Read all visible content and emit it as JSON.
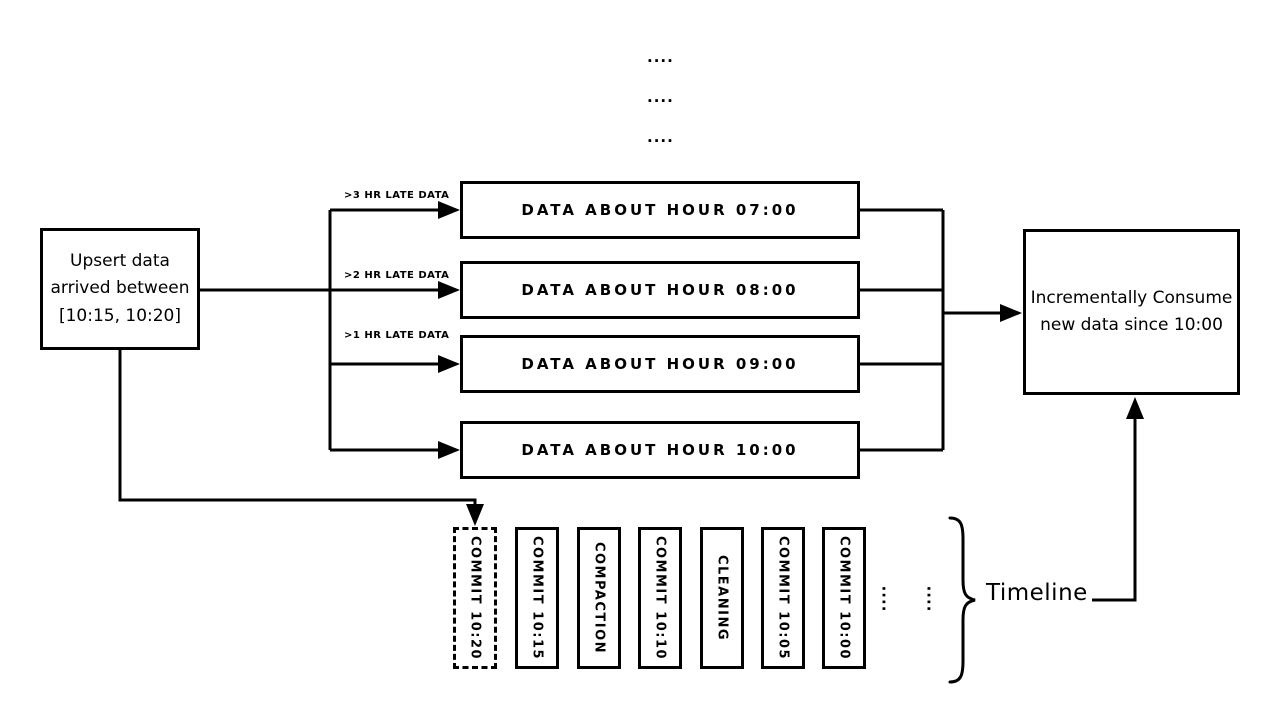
{
  "colors": {
    "ink": "#000000",
    "background": "#ffffff"
  },
  "top_ellipsis": {
    "rows": [
      "....",
      "....",
      "...."
    ]
  },
  "upsert_box": {
    "text": "Upsert data\narrived between\n[10:15, 10:20]"
  },
  "late_arrows": {
    "labels": [
      ">3 HR LATE DATA",
      ">2 HR LATE DATA",
      ">1 HR LATE DATA"
    ]
  },
  "data_boxes": {
    "items": [
      "DATA ABOUT HOUR 07:00",
      "DATA ABOUT HOUR 08:00",
      "DATA ABOUT HOUR 09:00",
      "DATA ABOUT HOUR 10:00"
    ]
  },
  "consume_box": {
    "text": "Incrementally Consume\nnew data since 10:00"
  },
  "timeline": {
    "commits": [
      {
        "label": "COMMIT 10:20",
        "border": "dashed"
      },
      {
        "label": "COMMIT 10:15",
        "border": "solid"
      },
      {
        "label": "COMPACTION",
        "border": "solid"
      },
      {
        "label": "COMMIT 10:10",
        "border": "solid"
      },
      {
        "label": "CLEANING",
        "border": "solid"
      },
      {
        "label": "COMMIT 10:05",
        "border": "solid"
      },
      {
        "label": "COMMIT 10:00",
        "border": "solid"
      }
    ],
    "ellipsis": [
      "....",
      "...."
    ],
    "brace_label": "Timeline"
  }
}
